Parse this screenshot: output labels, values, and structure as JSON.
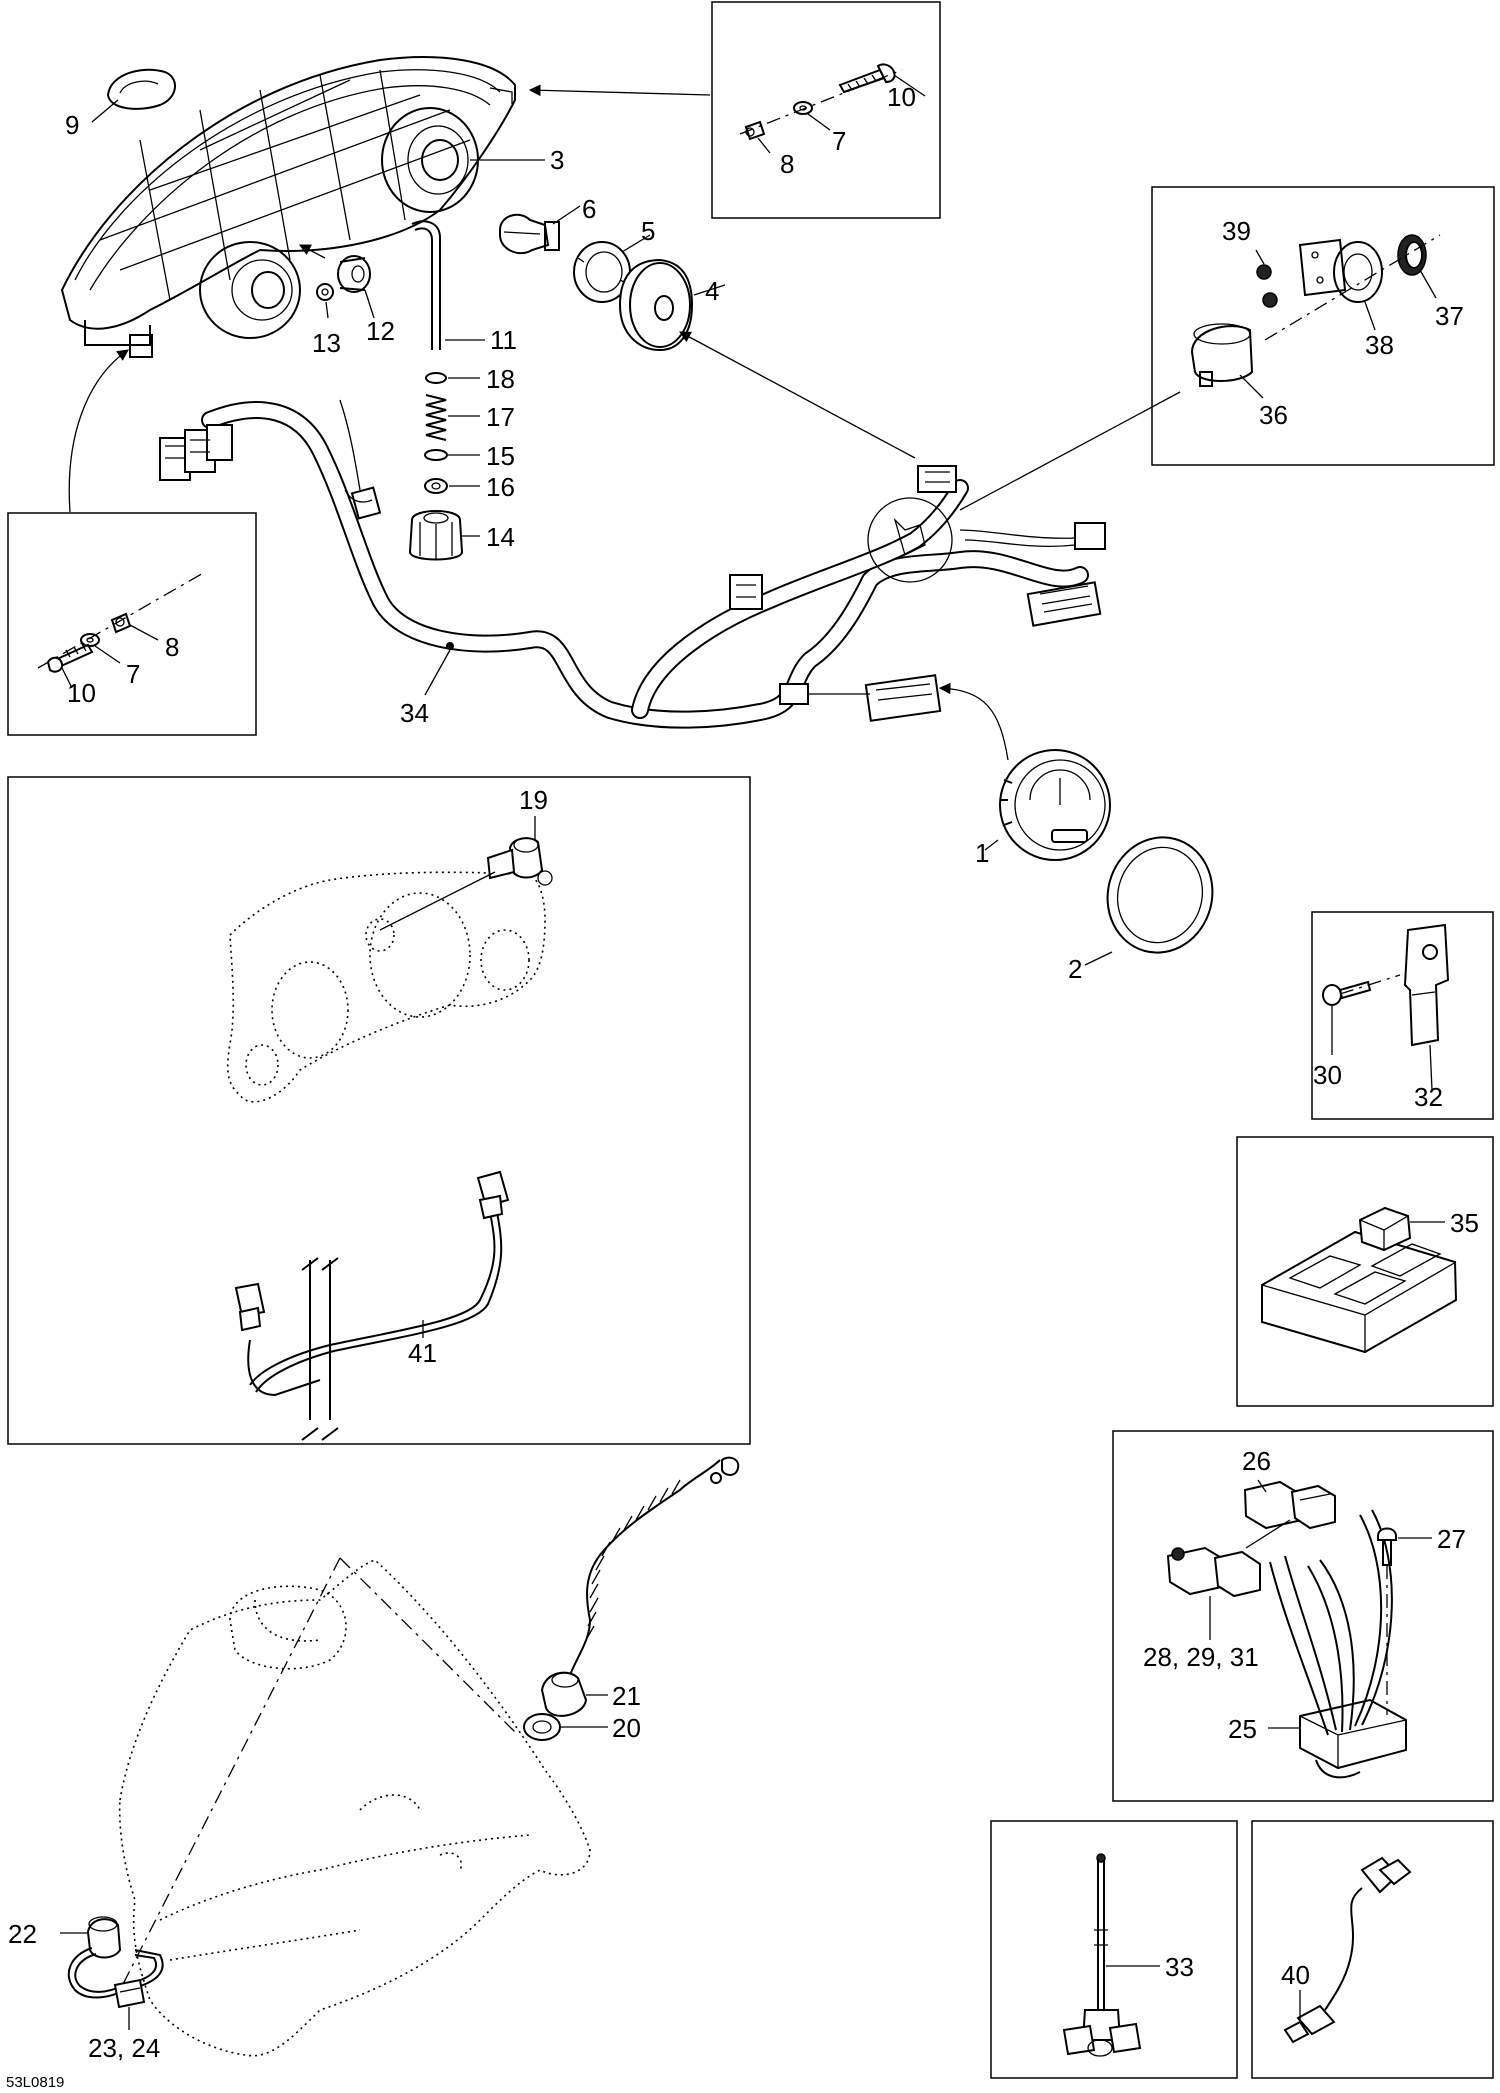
{
  "diagram_code": "53L0819",
  "labels": {
    "l1": "1",
    "l2": "2",
    "l3": "3",
    "l4": "4",
    "l5": "5",
    "l6": "6",
    "l7a": "7",
    "l7b": "7",
    "l8a": "8",
    "l8b": "8",
    "l9": "9",
    "l10a": "10",
    "l10b": "10",
    "l11": "11",
    "l12": "12",
    "l13": "13",
    "l14": "14",
    "l15": "15",
    "l16": "16",
    "l17": "17",
    "l18": "18",
    "l19": "19",
    "l20": "20",
    "l21": "21",
    "l22": "22",
    "l23_24": "23, 24",
    "l25": "25",
    "l26": "26",
    "l27": "27",
    "l28_29_31": "28, 29, 31",
    "l30": "30",
    "l32": "32",
    "l33": "33",
    "l34": "34",
    "l35": "35",
    "l36": "36",
    "l37": "37",
    "l38": "38",
    "l39": "39",
    "l40": "40",
    "l41": "41"
  }
}
